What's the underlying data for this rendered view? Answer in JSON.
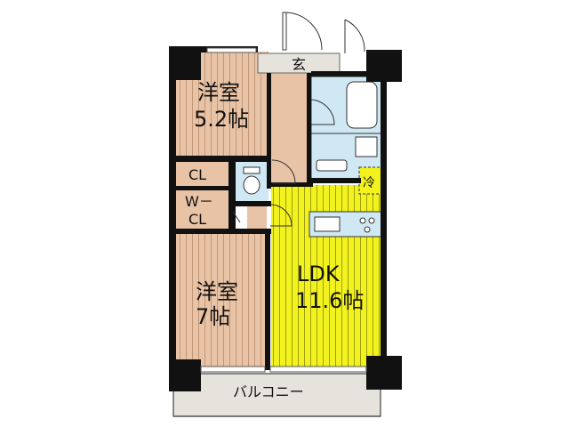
{
  "rooms": {
    "western_room_1": {
      "name": "洋室",
      "size": "5.2帖"
    },
    "western_room_2": {
      "name": "洋室",
      "size": "7帖"
    },
    "ldk": {
      "name": "LDK",
      "size": "11.6帖"
    },
    "entrance": {
      "name": "玄"
    },
    "closet": {
      "name": "CL"
    },
    "walk_in_closet": {
      "line1": "W－",
      "line2": "CL"
    },
    "balcony": {
      "name": "バルコニー"
    },
    "fridge": {
      "name": "冷"
    }
  },
  "colors": {
    "western_room": "#e9c3a6",
    "ldk": "#f2f21e",
    "corridor": "#e9c3a6",
    "water_area": "#cfe8f3",
    "balcony": "#e6e2dc",
    "wall": "#111111"
  }
}
